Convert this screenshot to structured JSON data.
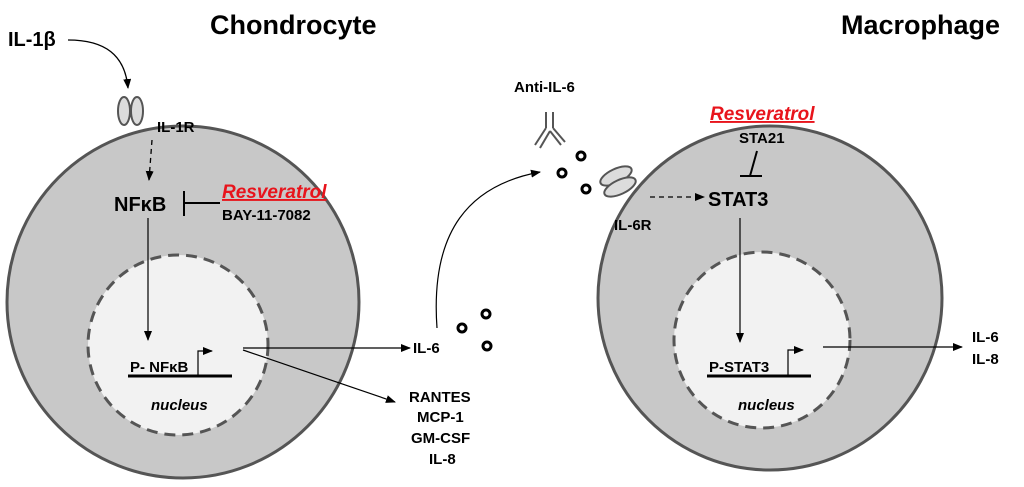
{
  "titles": {
    "left": "Chondrocyte",
    "right": "Macrophage"
  },
  "left_cell": {
    "ligand": "IL-1β",
    "receptor": "IL-1R",
    "factor": "NFκB",
    "inhibitor_drug": "Resveratrol",
    "inhibitor_compound": "BAY-11-7082",
    "gene_label": "P- NFκB",
    "nucleus_label": "nucleus"
  },
  "middle": {
    "secreted": "IL-6",
    "antibody": "Anti-IL-6",
    "other_outputs": [
      "RANTES",
      "MCP-1",
      "GM-CSF",
      "IL-8"
    ]
  },
  "right_cell": {
    "receptor": "IL-6R",
    "factor": "STAT3",
    "inhibitor_drug": "Resveratrol",
    "inhibitor_compound": "STA21",
    "gene_label": "P-STAT3",
    "nucleus_label": "nucleus",
    "outputs": [
      "IL-6",
      "IL-8"
    ]
  },
  "colors": {
    "cell_fill": "#c8c8c8",
    "nucleus_fill": "#f2f2f2",
    "inhibitor_text": "#e8141c"
  }
}
